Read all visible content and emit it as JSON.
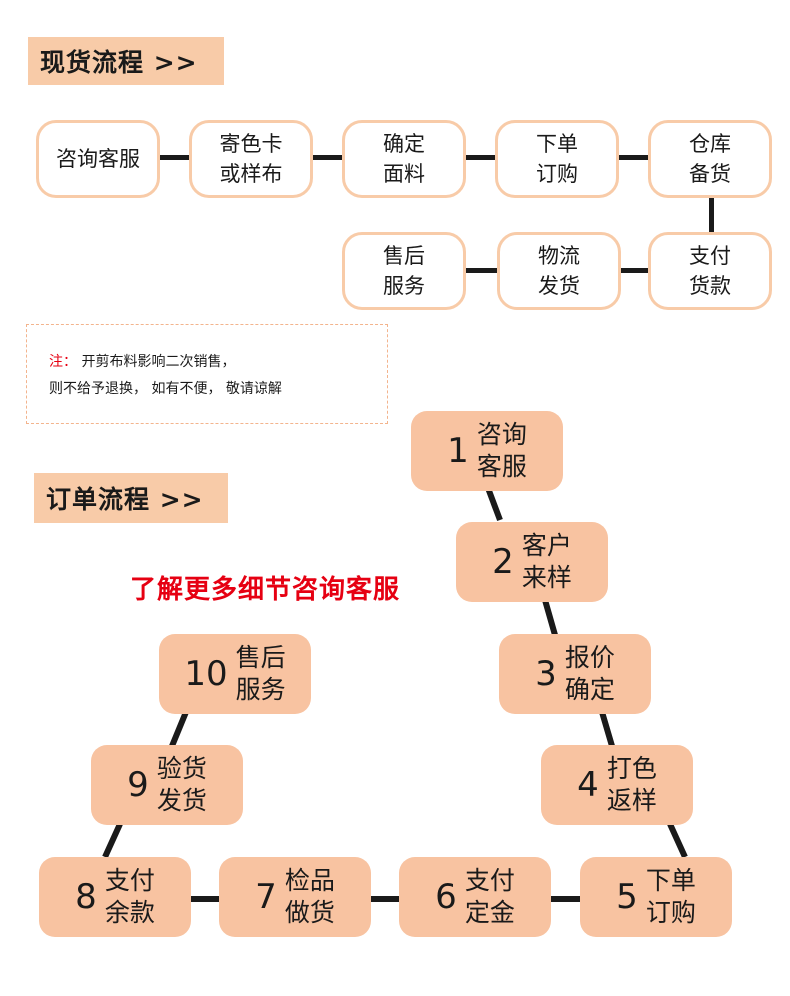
{
  "stock_flow": {
    "title": "现货流程 >>",
    "steps": [
      {
        "lines": [
          "咨询客服"
        ]
      },
      {
        "lines": [
          "寄色卡",
          "或样布"
        ]
      },
      {
        "lines": [
          "确定",
          "面料"
        ]
      },
      {
        "lines": [
          "下单",
          "订购"
        ]
      },
      {
        "lines": [
          "仓库",
          "备货"
        ]
      },
      {
        "lines": [
          "支付",
          "货款"
        ]
      },
      {
        "lines": [
          "物流",
          "发货"
        ]
      },
      {
        "lines": [
          "售后",
          "服务"
        ]
      }
    ]
  },
  "note": {
    "label": "注：",
    "line1": "开剪布料影响二次销售，",
    "line2": "则不给予退换，  如有不便，  敬请谅解"
  },
  "order_flow": {
    "title": "订单流程 >>",
    "promo": "了解更多细节咨询客服",
    "steps": [
      {
        "num": "1",
        "lines": [
          "咨询",
          "客服"
        ]
      },
      {
        "num": "2",
        "lines": [
          "客户",
          "来样"
        ]
      },
      {
        "num": "3",
        "lines": [
          "报价",
          "确定"
        ]
      },
      {
        "num": "4",
        "lines": [
          "打色",
          "返样"
        ]
      },
      {
        "num": "5",
        "lines": [
          "下单",
          "订购"
        ]
      },
      {
        "num": "6",
        "lines": [
          "支付",
          "定金"
        ]
      },
      {
        "num": "7",
        "lines": [
          "检品",
          "做货"
        ]
      },
      {
        "num": "8",
        "lines": [
          "支付",
          "余款"
        ]
      },
      {
        "num": "9",
        "lines": [
          "验货",
          "发货"
        ]
      },
      {
        "num": "10",
        "lines": [
          "售后",
          "服务"
        ]
      }
    ]
  },
  "colors": {
    "accent": "#f8cba8",
    "promo": "#e60012",
    "line": "#1a1a1a"
  }
}
